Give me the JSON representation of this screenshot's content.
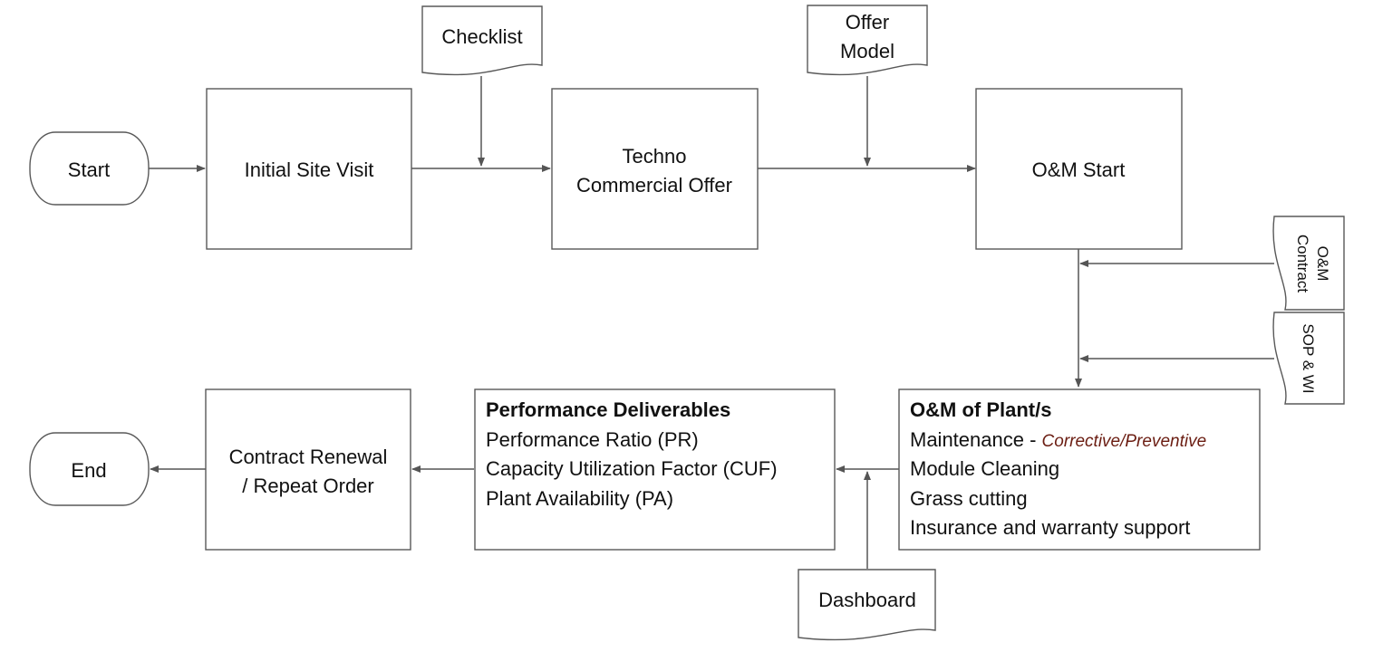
{
  "colors": {
    "stroke": "#595959",
    "arrow": "#555555",
    "text": "#111111",
    "accent": "#6b1d12"
  },
  "nodes": {
    "start": "Start",
    "end": "End",
    "initial_site_visit": "Initial Site Visit",
    "techno_offer": [
      "Techno",
      "Commercial Offer"
    ],
    "om_start": "O&M Start",
    "om_plants": {
      "title": "O&M of Plant/s",
      "maintenance_label": "Maintenance - ",
      "maintenance_type": "Corrective/Preventive",
      "items": [
        "Module Cleaning",
        "Grass cutting",
        "Insurance and warranty support"
      ]
    },
    "performance": {
      "title": "Performance Deliverables",
      "items": [
        "Performance Ratio (PR)",
        "Capacity Utilization Factor (CUF)",
        "Plant Availability (PA)"
      ]
    },
    "contract_renewal": [
      "Contract Renewal",
      "/ Repeat Order"
    ]
  },
  "documents": {
    "checklist": "Checklist",
    "offer_model": [
      "Offer",
      "Model"
    ],
    "om_contract": [
      "O&M",
      "Contract"
    ],
    "sop_wi": "SOP & WI",
    "dashboard": "Dashboard"
  }
}
